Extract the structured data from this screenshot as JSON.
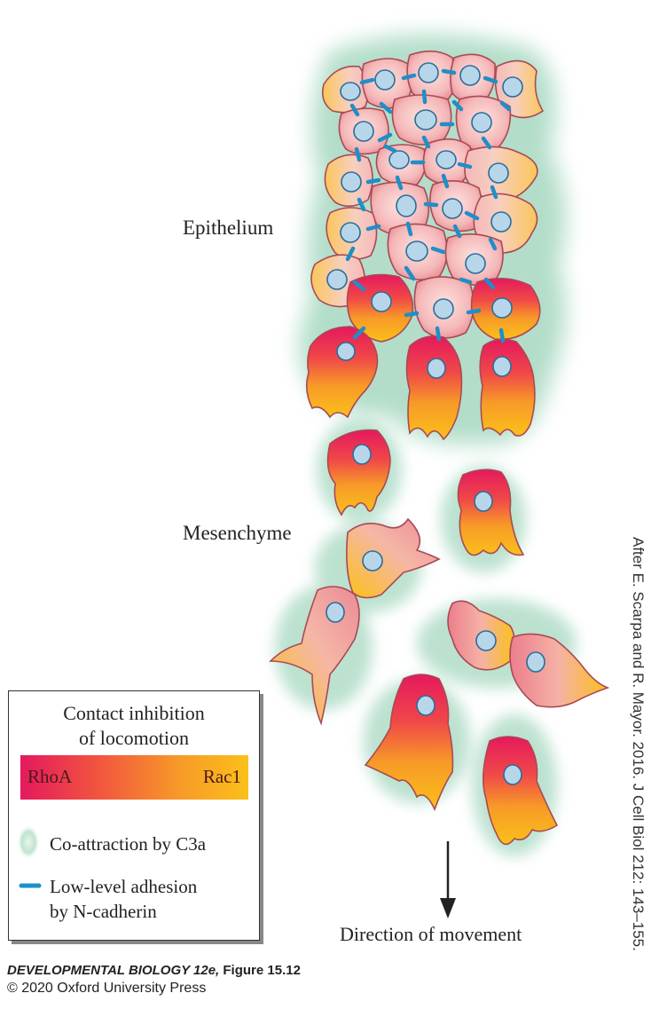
{
  "labels": {
    "epithelium": "Epithelium",
    "mesenchyme": "Mesenchyme",
    "direction": "Direction of movement"
  },
  "legend": {
    "title_line1": "Contact inhibition",
    "title_line2": "of locomotion",
    "gradient_left": "RhoA",
    "gradient_right": "Rac1",
    "coattraction": "Co-attraction by C3a",
    "adhesion_line1": "Low-level adhesion",
    "adhesion_line2": "by N-cadherin"
  },
  "credit": "After E. Scarpa and R. Mayor. 2016. J Cell Biol 212: 143–155.",
  "footer": {
    "book": "DEVELOPMENTAL BIOLOGY 12e,",
    "figure": "Figure 15.12",
    "copyright": "© 2020 Oxford University Press"
  },
  "colors": {
    "rhoa": "#e5195e",
    "rac1": "#fbc01a",
    "cell_pink": "#f6bfc0",
    "halo": "#a6d8c0",
    "adhesion": "#1e8fc9",
    "nucleus": "#b8d6ea"
  }
}
